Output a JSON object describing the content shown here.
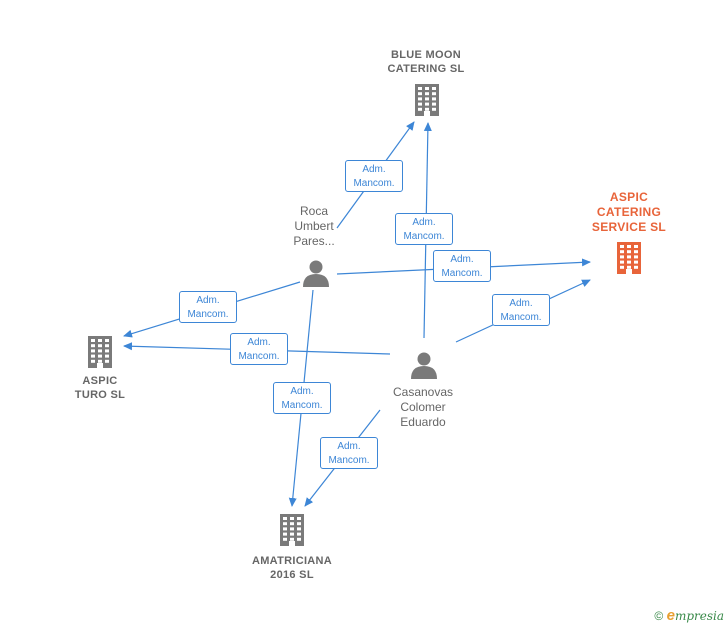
{
  "nodes": {
    "blue_moon": {
      "label": "BLUE MOON\nCATERING  SL",
      "type": "company",
      "highlight": false
    },
    "aspic_catering": {
      "label": "ASPIC\nCATERING\nSERVICE  SL",
      "type": "company",
      "highlight": true
    },
    "aspic_turo": {
      "label": "ASPIC\nTURO  SL",
      "type": "company",
      "highlight": false
    },
    "amatriciana": {
      "label": "AMATRICIANA\n2016  SL",
      "type": "company",
      "highlight": false
    },
    "roca": {
      "label": "Roca\nUmbert\nPares...",
      "type": "person"
    },
    "casanovas": {
      "label": "Casanovas\nColomer\nEduardo",
      "type": "person"
    }
  },
  "edges": [
    {
      "id": "e1",
      "from": "roca",
      "to": "blue_moon",
      "label": "Adm.\nMancom."
    },
    {
      "id": "e2",
      "from": "casanovas",
      "to": "blue_moon",
      "label": "Adm.\nMancom."
    },
    {
      "id": "e3",
      "from": "roca",
      "to": "aspic_catering",
      "label": "Adm.\nMancom."
    },
    {
      "id": "e4",
      "from": "casanovas",
      "to": "aspic_catering",
      "label": "Adm.\nMancom."
    },
    {
      "id": "e5",
      "from": "roca",
      "to": "aspic_turo",
      "label": "Adm.\nMancom."
    },
    {
      "id": "e6",
      "from": "casanovas",
      "to": "aspic_turo",
      "label": "Adm.\nMancom."
    },
    {
      "id": "e7",
      "from": "roca",
      "to": "amatriciana",
      "label": "Adm.\nMancom."
    },
    {
      "id": "e8",
      "from": "casanovas",
      "to": "amatriciana",
      "label": "Adm.\nMancom."
    }
  ],
  "colors": {
    "edge": "#3d86d6",
    "company": "#7a7a7a",
    "highlight": "#e8643a",
    "person": "#7a7a7a"
  },
  "footer": {
    "copyright": "©",
    "brand_first": "e",
    "brand_rest": "mpresia"
  }
}
